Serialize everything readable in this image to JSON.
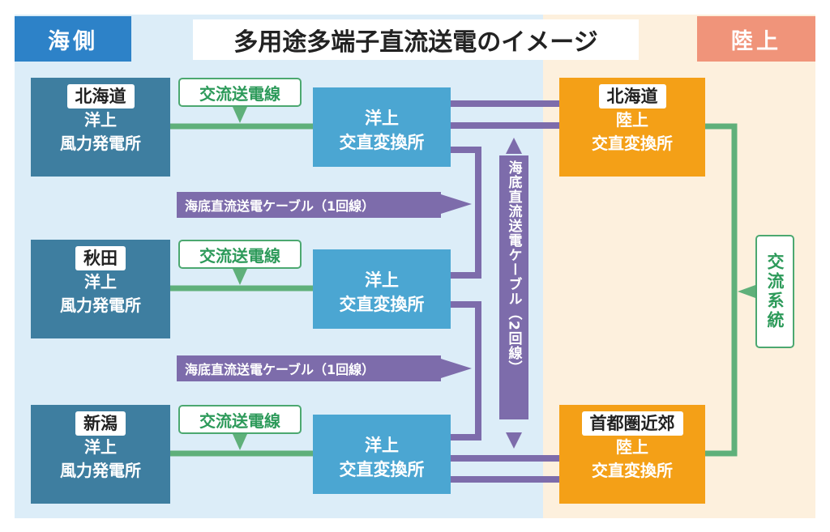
{
  "title": "多用途多端子直流送電のイメージ",
  "regions": {
    "sea": "海側",
    "land": "陸上"
  },
  "farms": [
    {
      "place": "北海道",
      "line1": "洋上",
      "line2": "風力発電所"
    },
    {
      "place": "秋田",
      "line1": "洋上",
      "line2": "風力発電所"
    },
    {
      "place": "新潟",
      "line1": "洋上",
      "line2": "風力発電所"
    }
  ],
  "ac_line_label": "交流送電線",
  "offshore_station": {
    "line1": "洋上",
    "line2": "交直変換所"
  },
  "subsea_cable_1": "海底直流送電ケーブル（1回線）",
  "subsea_cable_2": "海底直流送電ケーブル（2回線）",
  "land_stations": [
    {
      "place": "北海道",
      "line1": "陸上",
      "line2": "交直変換所"
    },
    {
      "place": "首都圏近郊",
      "line1": "陸上",
      "line2": "交直変換所"
    }
  ],
  "ac_system": "交流系統",
  "colors": {
    "sea_tag": "#2d82c8",
    "land_tag": "#f0947a",
    "ac_green": "#5fb07a",
    "dc_purple": "#7d6cab"
  }
}
